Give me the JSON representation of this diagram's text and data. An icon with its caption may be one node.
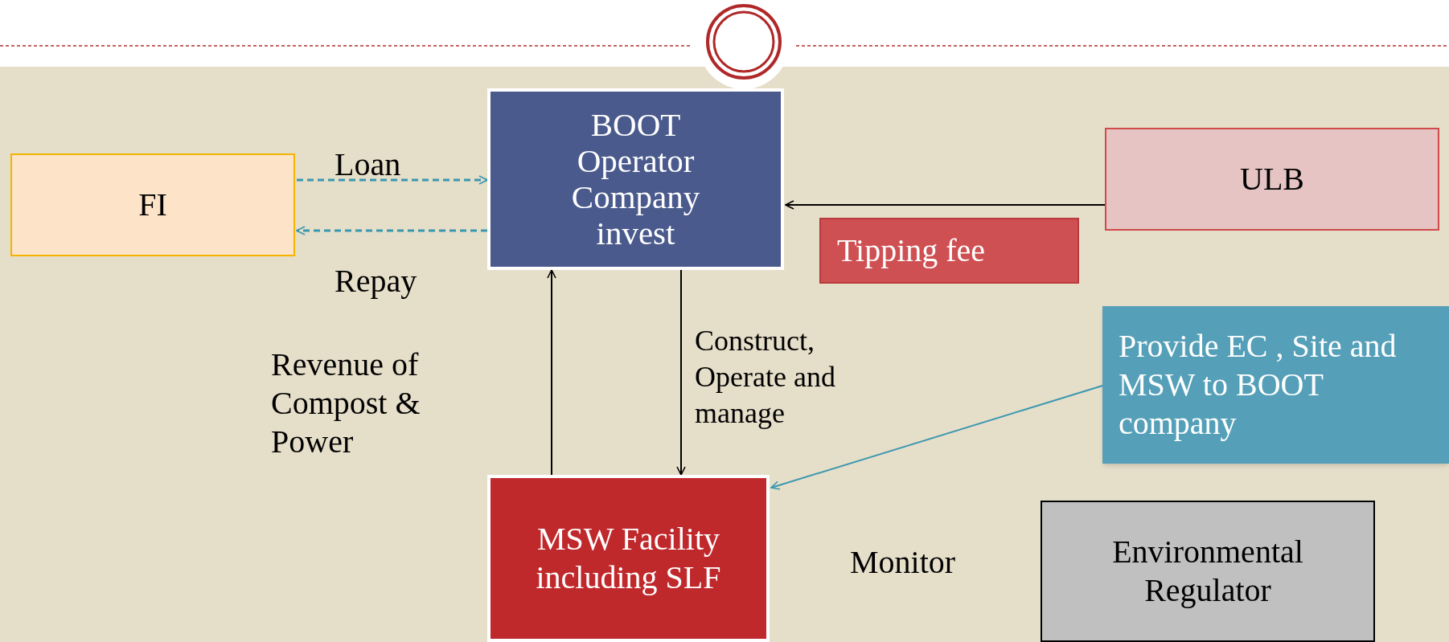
{
  "diagram": {
    "nodes": [
      {
        "text": [
          "FI"
        ]
      },
      {
        "text": [
          "BOOT Operator Company invest"
        ]
      },
      {
        "text": [
          "ULB"
        ]
      },
      {
        "text": [
          "Tipping fee"
        ]
      },
      {
        "text": [
          "Provide EC , Site and MSW to BOOT company"
        ]
      },
      {
        "text": [
          "MSW Facility including SLF"
        ]
      },
      {
        "text": [
          "Environmental Regulator"
        ]
      }
    ],
    "edges": [
      {
        "from": 0,
        "to": 1,
        "arrow": "to",
        "label": "Loan",
        "style": "dashed",
        "color": "#3a97b0"
      },
      {
        "from": 1,
        "to": 0,
        "arrow": "to",
        "label": "Repay",
        "style": "dashed",
        "color": "#3a97b0"
      },
      {
        "from": 2,
        "to": 1,
        "arrow": "to",
        "color": "#000000"
      },
      {
        "from": 5,
        "to": 1,
        "arrow": "to",
        "label": "Revenue of Compost & Power",
        "color": "#000000"
      },
      {
        "from": 1,
        "to": 5,
        "arrow": "to",
        "label": "Construct, Operate and manage",
        "color": "#000000"
      },
      {
        "from": 4,
        "to": 5,
        "arrow": "to",
        "color": "#3a97b0"
      }
    ],
    "labels": [
      "Monitor"
    ]
  }
}
